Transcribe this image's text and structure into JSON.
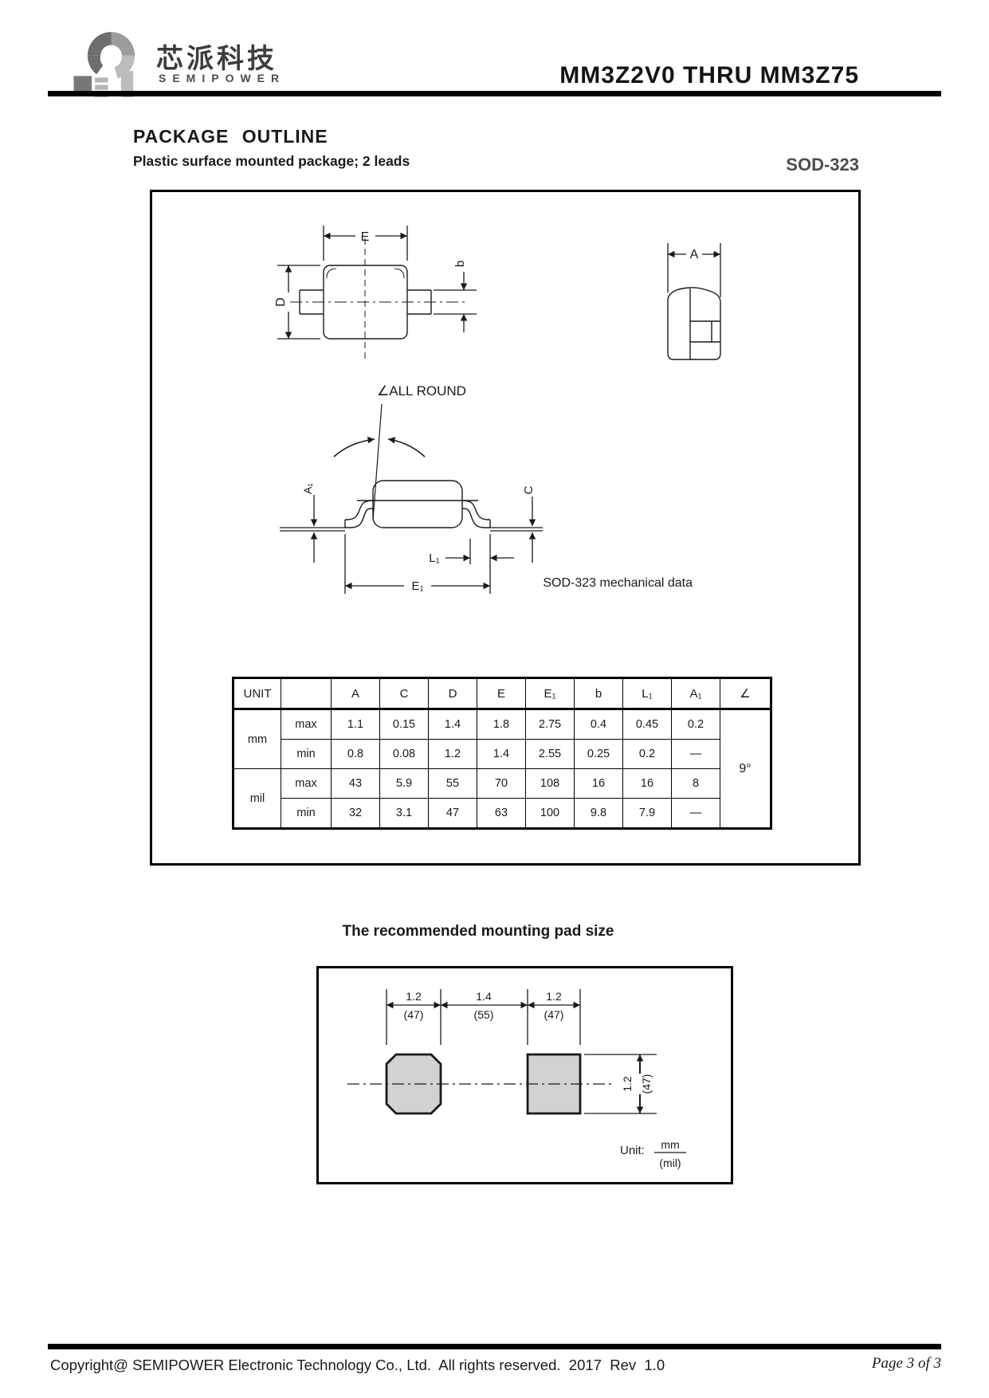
{
  "header": {
    "brand_chinese": "芯派科技",
    "brand_english": "SEMIPOWER",
    "doc_title": "MM3Z2V0 THRU MM3Z75"
  },
  "package_outline": {
    "heading": "PACKAGE OUTLINE",
    "subheading": "Plastic surface mounted package; 2 leads",
    "package_name": "SOD-323",
    "caption": "SOD-323 mechanical data",
    "labels": {
      "E": "E",
      "D": "D",
      "b": "b",
      "A": "A",
      "all_round": "∠ALL ROUND",
      "A1": "A₁",
      "C": "C",
      "L1": "L₁",
      "E1": "E₁"
    }
  },
  "mech_table": {
    "headers": [
      "UNIT",
      "",
      "A",
      "C",
      "D",
      "E",
      "E₁",
      "b",
      "L₁",
      "A₁",
      "∠"
    ],
    "unit_mm": "mm",
    "unit_mil": "mil",
    "rows": [
      {
        "limit": "max",
        "values": [
          "1.1",
          "0.15",
          "1.4",
          "1.8",
          "2.75",
          "0.4",
          "0.45",
          "0.2"
        ]
      },
      {
        "limit": "min",
        "values": [
          "0.8",
          "0.08",
          "1.2",
          "1.4",
          "2.55",
          "0.25",
          "0.2",
          "—"
        ]
      },
      {
        "limit": "max",
        "values": [
          "43",
          "5.9",
          "55",
          "70",
          "108",
          "16",
          "16",
          "8"
        ]
      },
      {
        "limit": "min",
        "values": [
          "32",
          "3.1",
          "47",
          "63",
          "100",
          "9.8",
          "7.9",
          "—"
        ]
      }
    ],
    "angle": "9°"
  },
  "mounting_pad": {
    "title": "The recommended mounting pad size",
    "dim_left_mm": "1.2",
    "dim_left_mil": "(47)",
    "dim_center_mm": "1.4",
    "dim_center_mil": "(55)",
    "dim_right_mm": "1.2",
    "dim_right_mil": "(47)",
    "dim_height_mm": "1.2",
    "dim_height_mil": "(47)",
    "unit_label": "Unit:",
    "unit_top": "mm",
    "unit_bottom": "(mil)"
  },
  "footer": {
    "copyright": "Copyright@ SEMIPOWER Electronic Technology Co., Ltd.  All rights reserved.  2017  Rev  1.0",
    "page": "Page 3 of 3"
  }
}
